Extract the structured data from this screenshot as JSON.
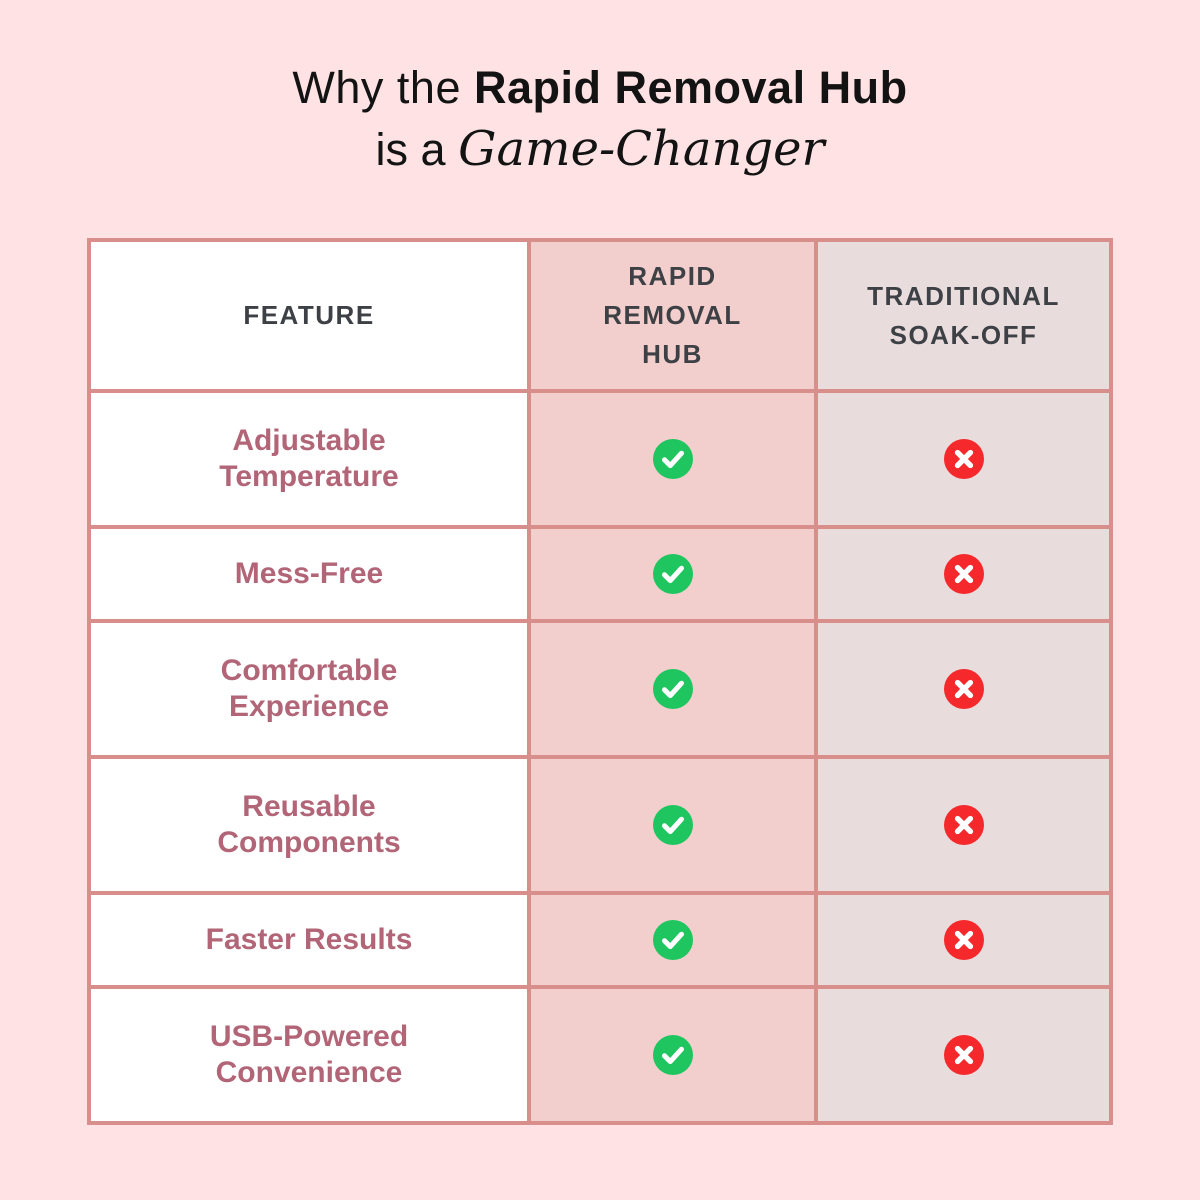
{
  "title": {
    "line1_regular": "Why the",
    "line1_bold": "Rapid Removal Hub",
    "line2_regular": "is a",
    "line2_italic": "Game-Changer"
  },
  "colors": {
    "page_bg": "#ffe3e4",
    "border": "#d88e8a",
    "rapid_col_bg": "#f2cfcd",
    "trad_col_bg": "#e9dcdc",
    "header_text": "#3d4145",
    "feature_text": "#b26577",
    "title_text": "#131313",
    "check_green": "#1fc55f",
    "cross_red": "#f5282c"
  },
  "icons": {
    "check": "check-icon",
    "cross": "cross-icon"
  },
  "chart_data": {
    "type": "table",
    "title": "Why the Rapid Removal Hub is a Game-Changer",
    "columns": [
      "FEATURE",
      "RAPID REMOVAL HUB",
      "TRADITIONAL SOAK-OFF"
    ],
    "rows": [
      {
        "feature": "Adjustable Temperature",
        "rapid_removal_hub": "check",
        "traditional_soak_off": "cross"
      },
      {
        "feature": "Mess-Free",
        "rapid_removal_hub": "check",
        "traditional_soak_off": "cross"
      },
      {
        "feature": "Comfortable Experience",
        "rapid_removal_hub": "check",
        "traditional_soak_off": "cross"
      },
      {
        "feature": "Reusable Components",
        "rapid_removal_hub": "check",
        "traditional_soak_off": "cross"
      },
      {
        "feature": "Faster Results",
        "rapid_removal_hub": "check",
        "traditional_soak_off": "cross"
      },
      {
        "feature": "USB-Powered Convenience",
        "rapid_removal_hub": "check",
        "traditional_soak_off": "cross"
      }
    ]
  }
}
